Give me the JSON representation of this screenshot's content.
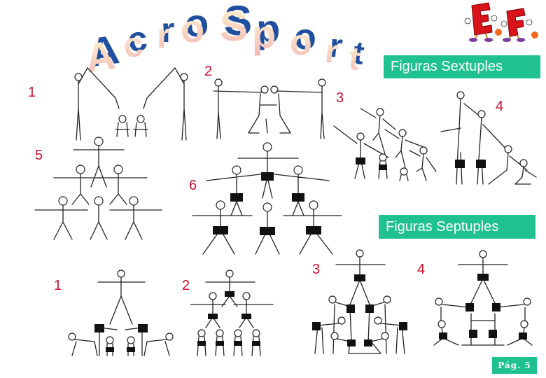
{
  "title": {
    "text": "AcroSport",
    "face_color": "#f7d9c4",
    "extrude_color": "#1f4f9e"
  },
  "logo": {
    "icon": "ef-mascot-logo",
    "letters": [
      "E",
      "F"
    ],
    "color": "#d8131a"
  },
  "sections": [
    {
      "label": "Figuras Sextuples",
      "color": "#1fc28e",
      "figures": [
        {
          "number": "1",
          "icon": "acro-figure-sextuple-1"
        },
        {
          "number": "2",
          "icon": "acro-figure-sextuple-2"
        },
        {
          "number": "3",
          "icon": "acro-figure-sextuple-3"
        },
        {
          "number": "4",
          "icon": "acro-figure-sextuple-4"
        },
        {
          "number": "5",
          "icon": "acro-figure-sextuple-5"
        },
        {
          "number": "6",
          "icon": "acro-figure-sextuple-6"
        }
      ]
    },
    {
      "label": "Figuras Septuples",
      "color": "#1fc28e",
      "figures": [
        {
          "number": "1",
          "icon": "acro-figure-septuple-1"
        },
        {
          "number": "2",
          "icon": "acro-figure-septuple-2"
        },
        {
          "number": "3",
          "icon": "acro-figure-septuple-3"
        },
        {
          "number": "4",
          "icon": "acro-figure-septuple-4"
        }
      ]
    }
  ],
  "footer": {
    "page_label": "Pág. 5"
  },
  "colors": {
    "number": "#c8102e",
    "label_bg": "#1fc28e",
    "label_text": "#ffffff"
  }
}
